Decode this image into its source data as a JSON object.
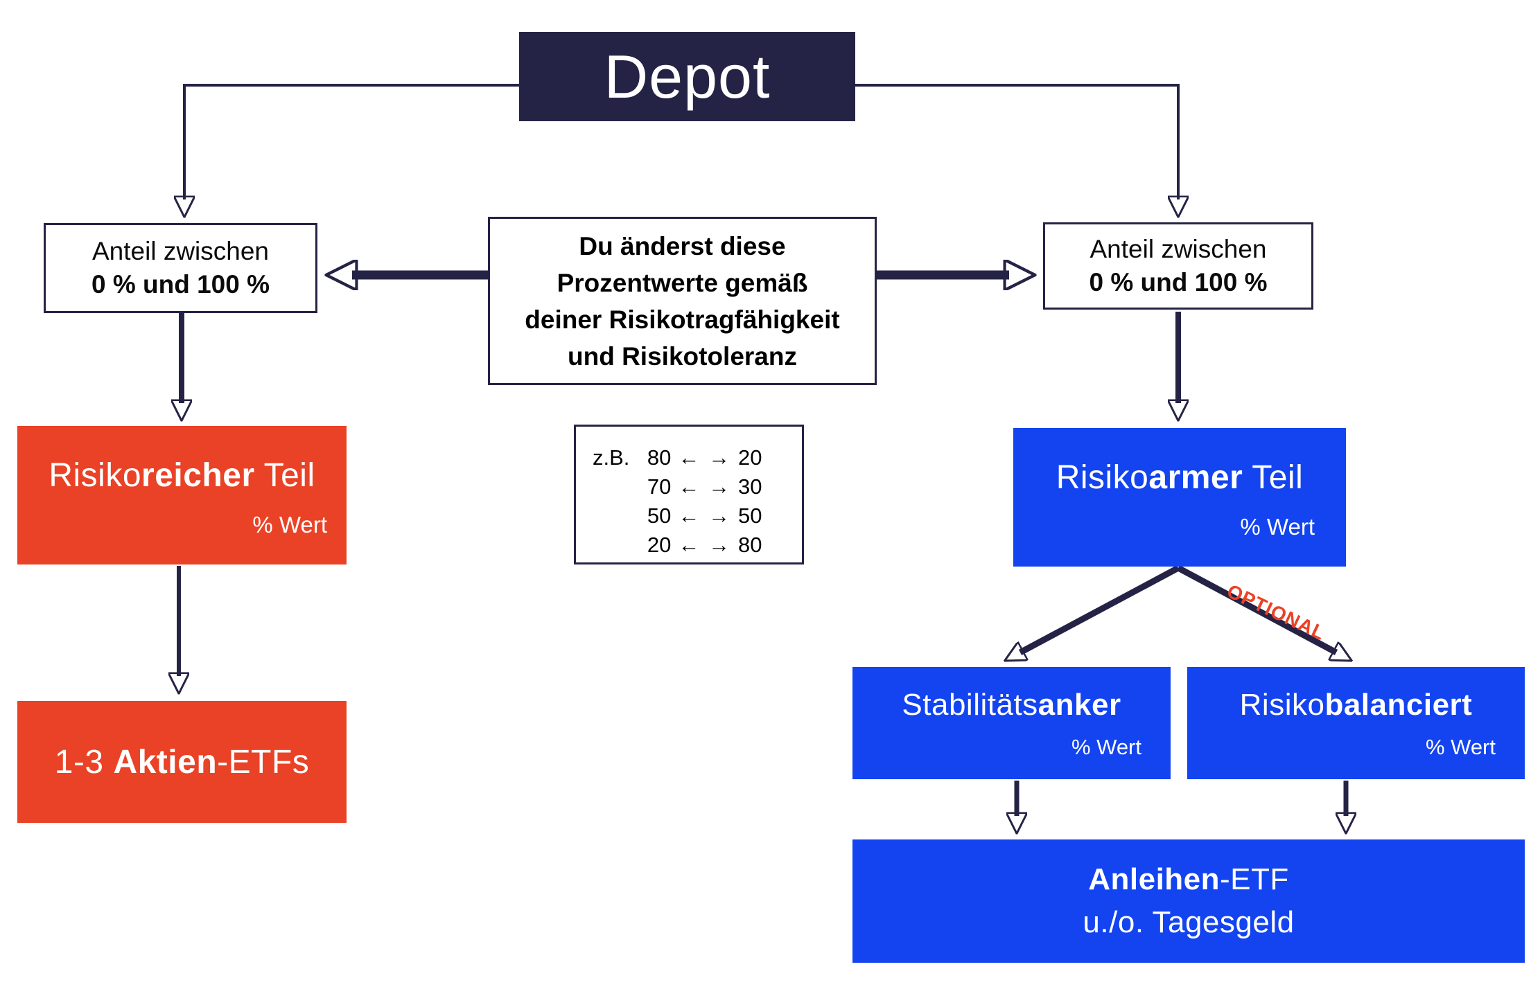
{
  "colors": {
    "navy": "#252345",
    "red": "#EA4226",
    "blue": "#1344F0",
    "background": "#ffffff",
    "optional_text": "#EA4226"
  },
  "depot": {
    "label": "Depot"
  },
  "left_share_box": {
    "line1": "Anteil zwischen",
    "line2": "0 % und 100 %"
  },
  "right_share_box": {
    "line1": "Anteil zwischen",
    "line2": "0 % und 100 %"
  },
  "center_note": {
    "lines": [
      "Du änderst diese",
      "Prozentwerte gemäß",
      "deiner Risikotragfähigkeit",
      "und Risikotoleranz"
    ]
  },
  "examples": {
    "label": "z.B.",
    "pair_arrow": "← →",
    "rows": [
      [
        "80",
        "20"
      ],
      [
        "70",
        "30"
      ],
      [
        "50",
        "50"
      ],
      [
        "20",
        "80"
      ]
    ]
  },
  "risky_box": {
    "prefix": "Risiko",
    "bold": "reicher",
    "suffix": " Teil",
    "value_label": "% Wert"
  },
  "equity_box": {
    "prefix": "1-3 ",
    "bold": "Aktien",
    "suffix": "-ETFs"
  },
  "safe_box": {
    "prefix": "Risiko",
    "bold": "armer",
    "suffix": " Teil",
    "value_label": "% Wert"
  },
  "optional_label": "OPTIONAL",
  "stability_box": {
    "prefix": "Stabilitäts",
    "bold": "anker",
    "suffix": "",
    "value_label": "% Wert"
  },
  "balanced_box": {
    "prefix": "Risiko",
    "bold": "balanciert",
    "suffix": "",
    "value_label": "% Wert"
  },
  "bonds_box": {
    "line1_bold": "Anleihen",
    "line1_rest": "-ETF",
    "line2": "u./o. Tagesgeld"
  }
}
